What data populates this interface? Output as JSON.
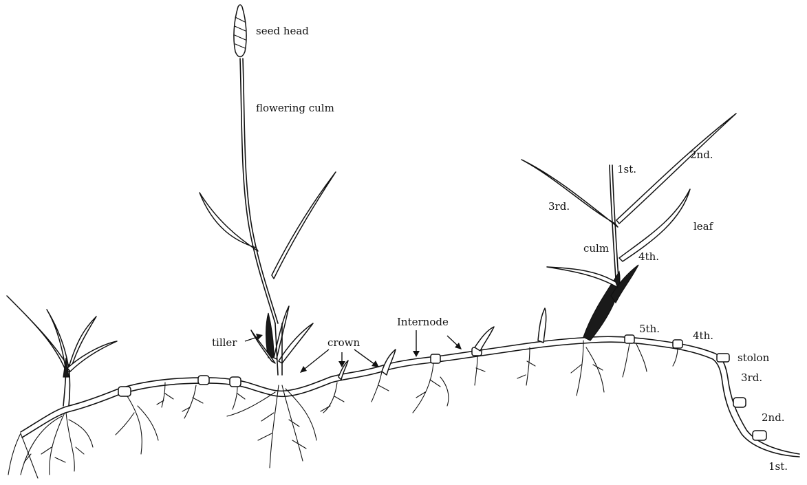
{
  "labels": {
    "seed_head": "seed head",
    "flowering_culm": "flowering culm",
    "tiller": "tiller",
    "crown": "crown",
    "internode": "Internode",
    "culm": "culm",
    "leaf": "leaf",
    "stolon": "stolon",
    "leaf_1st": "1st.",
    "leaf_2nd": "2nd.",
    "leaf_3rd": "3rd.",
    "leaf_4th": "4th.",
    "node_5th": "5th.",
    "node_4th": "4th.",
    "node_3rd": "3rd.",
    "node_2nd": "2nd.",
    "node_1st": "1st."
  }
}
